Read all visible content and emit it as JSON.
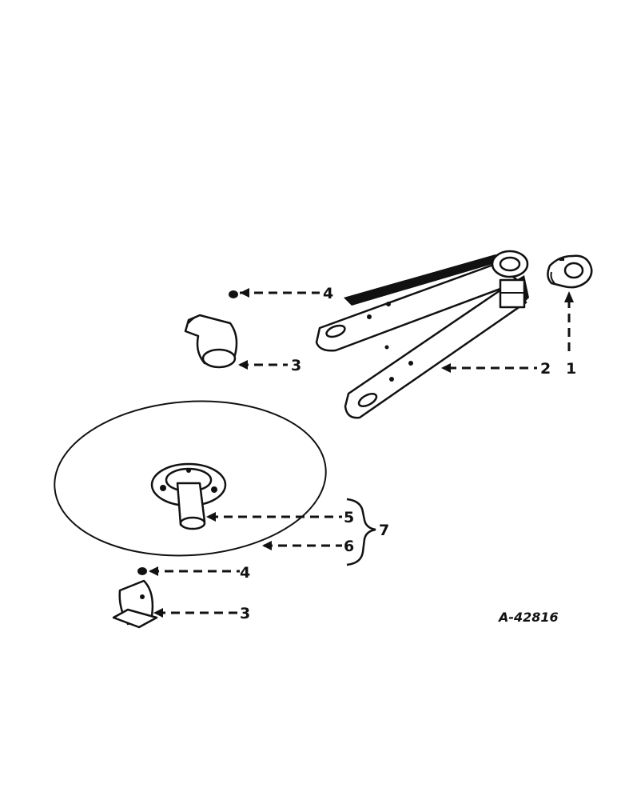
{
  "diagram": {
    "reference_code": "A-42816",
    "callouts": [
      {
        "id": "callout-1",
        "text": "1"
      },
      {
        "id": "callout-2",
        "text": "2"
      },
      {
        "id": "callout-3-upper",
        "text": "3"
      },
      {
        "id": "callout-4-upper",
        "text": "4"
      },
      {
        "id": "callout-5",
        "text": "5"
      },
      {
        "id": "callout-6",
        "text": "6"
      },
      {
        "id": "callout-7",
        "text": "7"
      },
      {
        "id": "callout-4-lower",
        "text": "4"
      },
      {
        "id": "callout-3-lower",
        "text": "3"
      }
    ]
  },
  "colors": {
    "ink": "#111111",
    "paper": "#ffffff"
  }
}
